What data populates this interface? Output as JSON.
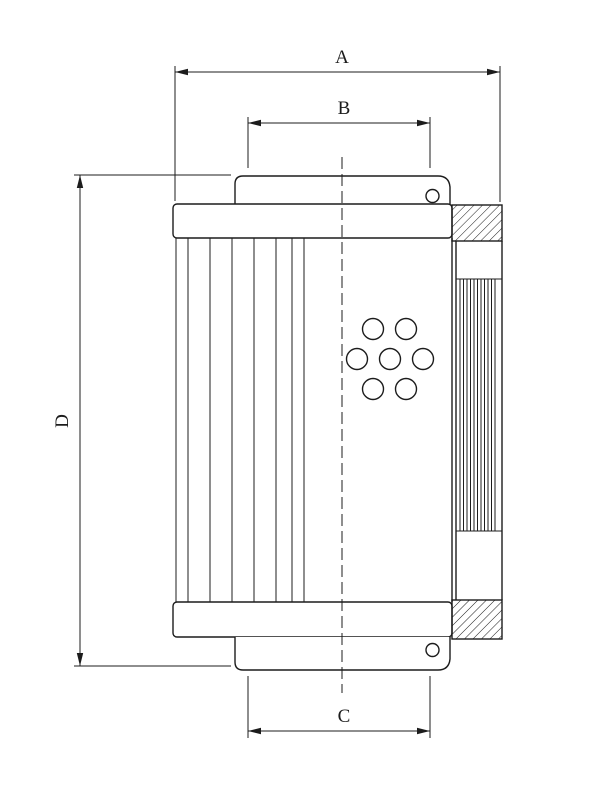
{
  "document": {
    "background_color": "#ffffff",
    "line_color": "#1c1c1c",
    "type": "technical-dimension-drawing",
    "subject": "filter-element-cross-section"
  },
  "drawing": {
    "dimensions": {
      "a_label": "A",
      "b_label": "B",
      "c_label": "C",
      "d_label": "D"
    }
  }
}
